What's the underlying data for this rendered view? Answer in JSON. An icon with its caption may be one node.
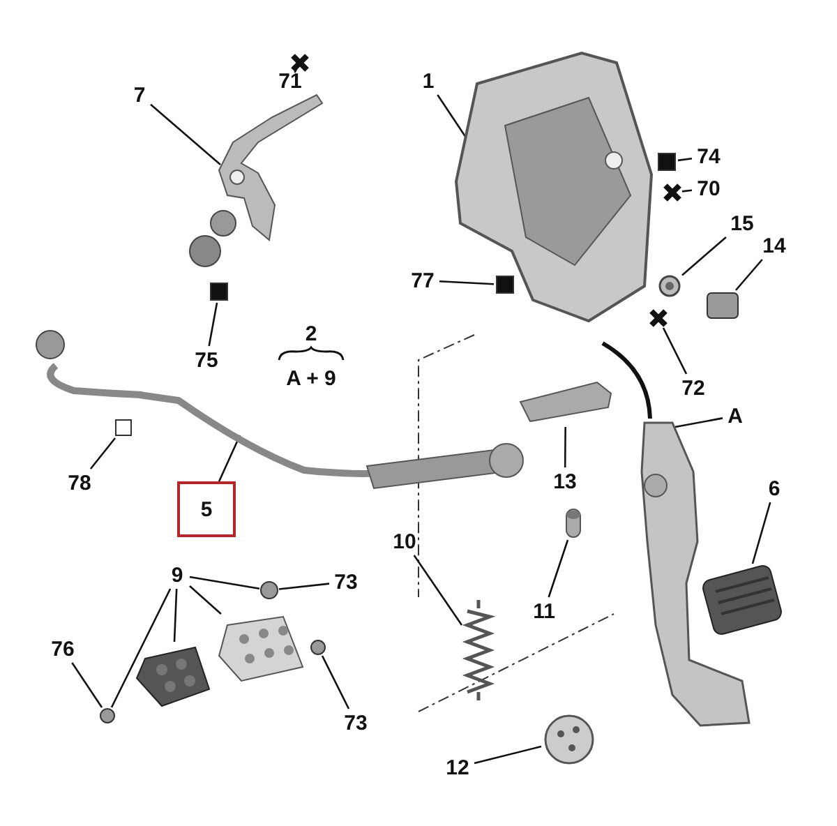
{
  "diagram": {
    "nodes": [
      {
        "text": [
          "71"
        ]
      },
      {
        "text": [],
        "shape": "picture"
      },
      {
        "text": [
          "7"
        ]
      },
      {
        "text": [],
        "shape": "picture"
      },
      {
        "text": [
          "1"
        ]
      },
      {
        "text": [],
        "shape": "picture"
      },
      {
        "text": [
          "74"
        ]
      },
      {
        "text": [],
        "shape": "box"
      },
      {
        "text": [
          "70"
        ]
      },
      {
        "text": [],
        "shape": "picture"
      },
      {
        "text": [
          "15"
        ]
      },
      {
        "text": [],
        "shape": "picture"
      },
      {
        "text": [
          "14"
        ]
      },
      {
        "text": [],
        "shape": "box"
      },
      {
        "text": [
          "77"
        ]
      },
      {
        "text": [],
        "shape": "box"
      },
      {
        "text": [
          "72"
        ]
      },
      {
        "text": [],
        "shape": "picture"
      },
      {
        "text": [],
        "shape": "box"
      },
      {
        "text": [
          "75"
        ]
      },
      {
        "text": [],
        "shape": "box"
      },
      {
        "text": [
          "78"
        ]
      },
      {
        "text": [],
        "shape": "picture"
      },
      {
        "text": [
          "5"
        ]
      },
      {
        "text": [],
        "shape": "picture"
      },
      {
        "text": [
          "13"
        ]
      },
      {
        "text": [
          "A"
        ]
      },
      {
        "text": [],
        "shape": "picture"
      },
      {
        "text": [
          "6"
        ]
      },
      {
        "text": [],
        "shape": "picture"
      },
      {
        "text": [
          "10"
        ]
      },
      {
        "text": [],
        "shape": "picture"
      },
      {
        "text": [],
        "shape": "cylinder"
      },
      {
        "text": [
          "11"
        ]
      },
      {
        "text": [
          "9"
        ]
      },
      {
        "text": [],
        "shape": "circle"
      },
      {
        "text": [
          "73"
        ]
      },
      {
        "text": [],
        "shape": "picture"
      },
      {
        "text": [],
        "shape": "picture"
      },
      {
        "text": [
          "76"
        ]
      },
      {
        "text": [],
        "shape": "circle"
      },
      {
        "text": [],
        "shape": "circle"
      },
      {
        "text": [
          "73"
        ]
      },
      {
        "text": [],
        "shape": "picture"
      },
      {
        "text": [
          "12"
        ]
      }
    ],
    "edges": [
      {
        "from": 0,
        "to": 1,
        "arrow": "none"
      },
      {
        "from": 2,
        "to": 3,
        "arrow": "none"
      },
      {
        "from": 4,
        "to": 5,
        "arrow": "none"
      },
      {
        "from": 6,
        "to": 7,
        "arrow": "none"
      },
      {
        "from": 8,
        "to": 9,
        "arrow": "none"
      },
      {
        "from": 10,
        "to": 11,
        "arrow": "none"
      },
      {
        "from": 12,
        "to": 13,
        "arrow": "none"
      },
      {
        "from": 14,
        "to": 15,
        "arrow": "none"
      },
      {
        "from": 16,
        "to": 17,
        "arrow": "none"
      },
      {
        "from": 19,
        "to": 18,
        "arrow": "none"
      },
      {
        "from": 21,
        "to": 20,
        "arrow": "none"
      },
      {
        "from": 23,
        "to": 22,
        "arrow": "none"
      },
      {
        "from": 25,
        "to": 24,
        "arrow": "none"
      },
      {
        "from": 26,
        "to": 27,
        "arrow": "none"
      },
      {
        "from": 28,
        "to": 29,
        "arrow": "none"
      },
      {
        "from": 30,
        "to": 31,
        "arrow": "none"
      },
      {
        "from": 33,
        "to": 32,
        "arrow": "none"
      },
      {
        "from": 34,
        "to": 35,
        "arrow": "none"
      },
      {
        "from": 34,
        "to": 37,
        "arrow": "none"
      },
      {
        "from": 34,
        "to": 38,
        "arrow": "none"
      },
      {
        "from": 34,
        "to": 40,
        "arrow": "none"
      },
      {
        "from": 36,
        "to": 35,
        "arrow": "none"
      },
      {
        "from": 39,
        "to": 40,
        "arrow": "none"
      },
      {
        "from": 42,
        "to": 41,
        "arrow": "none"
      },
      {
        "from": 44,
        "to": 43,
        "arrow": "none"
      }
    ],
    "labels": [
      "2",
      "A + 9"
    ]
  }
}
